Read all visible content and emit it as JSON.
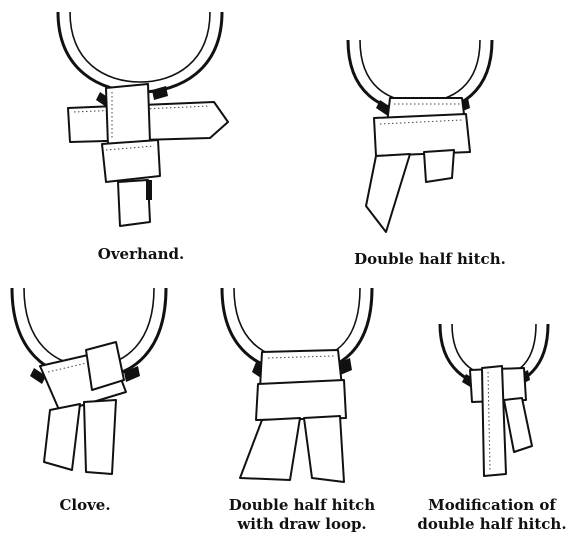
{
  "captions": {
    "overhand": "Overhand.",
    "double_half_hitch": "Double half hitch.",
    "clove": "Clove.",
    "draw_loop_line1": "Double half hitch",
    "draw_loop_line2": "with draw loop.",
    "modification_line1": "Modification of",
    "modification_line2": "double half hitch."
  }
}
